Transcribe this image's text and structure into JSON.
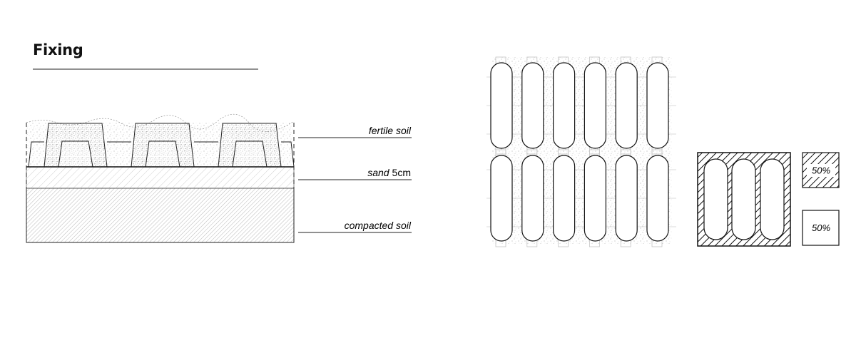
{
  "page": {
    "title": "Fixing"
  },
  "section": {
    "layers": [
      {
        "id": "fertile",
        "label": "fertile soil"
      },
      {
        "id": "sand",
        "label": "sand",
        "thickness": "5cm"
      },
      {
        "id": "compacted",
        "label": "compacted soil"
      }
    ]
  },
  "plan": {
    "rows": 2,
    "columns": 6
  },
  "legend": {
    "hatched_label": "50%",
    "plain_label": "50%"
  },
  "colors": {
    "line": "#222222",
    "fill_gray": "#d9d9d9",
    "white": "#ffffff"
  }
}
